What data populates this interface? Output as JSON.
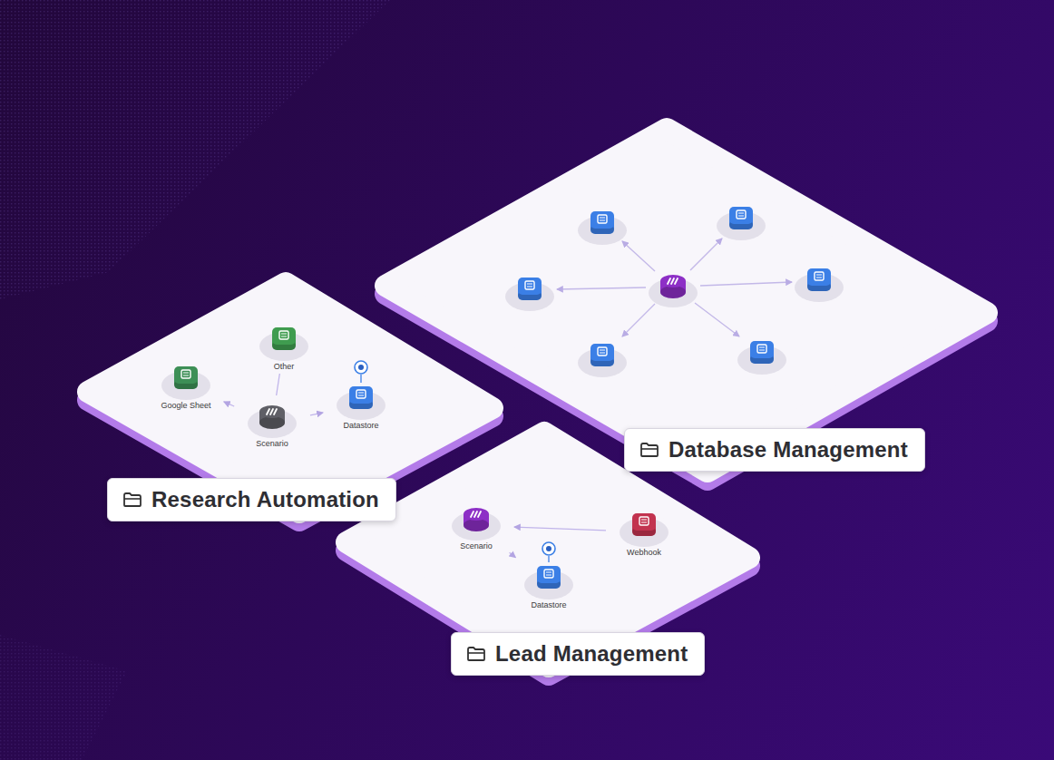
{
  "diagram": {
    "nodes": [
      {
        "text": [
          "Database Management"
        ]
      },
      {
        "text": [
          "Research Automation"
        ]
      },
      {
        "text": [
          "Other"
        ],
        "in": 1
      },
      {
        "text": [
          "Google Sheet"
        ],
        "in": 1
      },
      {
        "text": [
          "Scenario"
        ],
        "in": 1
      },
      {
        "text": [
          "Datastore"
        ],
        "in": 1
      },
      {
        "text": [
          "Lead Management"
        ]
      },
      {
        "text": [
          "Scenario"
        ],
        "in": 6
      },
      {
        "text": [
          "Webhook"
        ],
        "in": 6
      },
      {
        "text": [
          "Datastore"
        ],
        "in": 6
      }
    ],
    "edges": [
      {
        "from": 4,
        "to": 3,
        "arrow": "to"
      },
      {
        "from": 2,
        "to": 4,
        "arrow": "none"
      },
      {
        "from": 4,
        "to": 5,
        "arrow": "to"
      },
      {
        "from": 8,
        "to": 7,
        "arrow": "to"
      },
      {
        "from": 7,
        "to": 9,
        "arrow": "to"
      }
    ]
  }
}
